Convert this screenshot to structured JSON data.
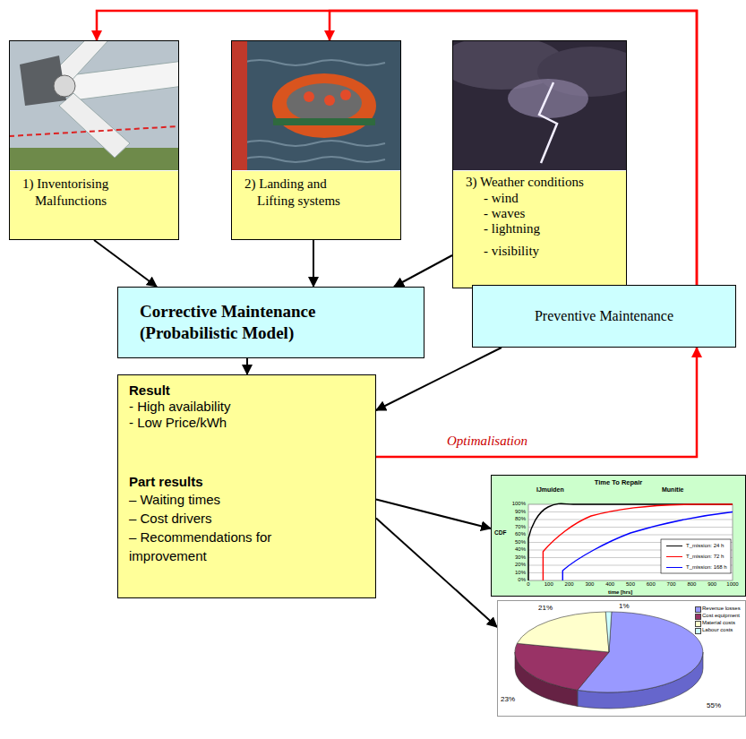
{
  "diagram": {
    "nodes": [
      {
        "text": [
          "1) Inventorising Malfunctions"
        ]
      },
      {
        "text": [
          "2) Landing and Lifting systems"
        ]
      },
      {
        "text": [
          "3) Weather conditions",
          "- wind",
          "- waves",
          "- lightning",
          "- visibility"
        ]
      },
      {
        "text": [
          "Corrective Maintenance (Probabilistic Model)"
        ]
      },
      {
        "text": [
          "Preventive Maintenance"
        ]
      },
      {
        "text": [
          "Result",
          "- High availability",
          "- Low Price/kWh",
          "Part results",
          "– Waiting times",
          "– Cost drivers",
          "– Recommendations for improvement"
        ]
      },
      {
        "text": [
          "Time To Repair",
          "IJmuiden",
          "Munitie",
          "CDF",
          "time [hrs]"
        ]
      },
      {
        "text": [
          "21%",
          "1%",
          "23%",
          "55%"
        ]
      }
    ],
    "edges": [
      {
        "from": 0,
        "to": 3,
        "arrow": "to"
      },
      {
        "from": 1,
        "to": 3,
        "arrow": "to"
      },
      {
        "from": 2,
        "to": 3,
        "arrow": "to"
      },
      {
        "from": 3,
        "to": 5,
        "arrow": "to"
      },
      {
        "from": 4,
        "to": 5,
        "arrow": "to"
      },
      {
        "from": 5,
        "to": 4,
        "label": "Optimalisation",
        "arrow": "to"
      },
      {
        "from": 4,
        "to": 0,
        "arrow": "to"
      },
      {
        "from": 4,
        "to": 1,
        "arrow": "to"
      },
      {
        "from": 5,
        "to": 6,
        "arrow": "to"
      },
      {
        "from": 5,
        "to": 7,
        "arrow": "to"
      }
    ],
    "labels": [
      "100%",
      "90%",
      "80%",
      "70%",
      "60%",
      "50%",
      "40%",
      "30%",
      "20%",
      "10%",
      "0%",
      "0",
      "100",
      "200",
      "300",
      "400",
      "500",
      "600",
      "700",
      "800",
      "900",
      "1000"
    ],
    "legend": [
      {
        "text": "T_mission: 24 h"
      },
      {
        "text": "T_mission: 72 h"
      },
      {
        "text": "T_mission: 168 h"
      },
      {
        "text": "Revenue losses",
        "color": "#9999ff"
      },
      {
        "text": "Cost equipment",
        "color": "#993366"
      },
      {
        "text": "Material costs",
        "color": "#ffffcc"
      },
      {
        "text": "Labour costs",
        "color": "#ccffff"
      }
    ]
  }
}
